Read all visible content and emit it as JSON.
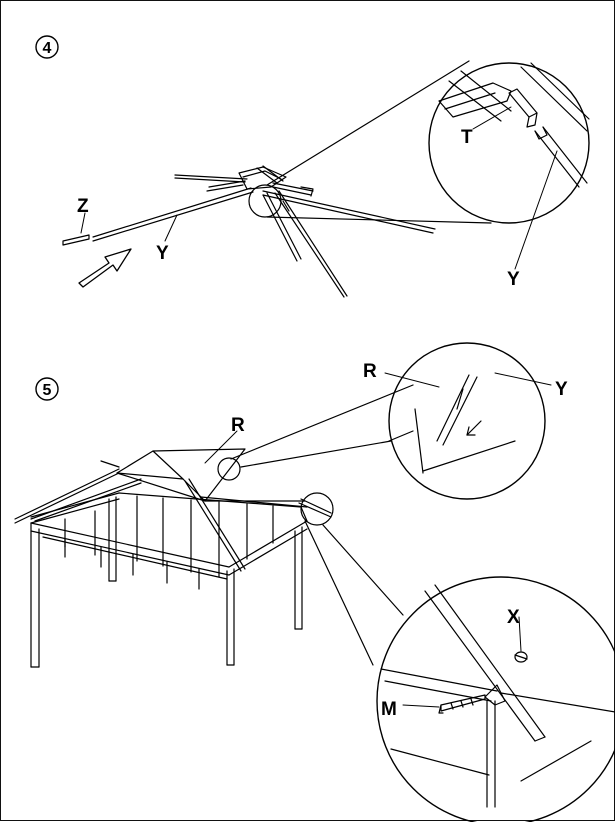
{
  "steps": [
    {
      "number": "4"
    },
    {
      "number": "5"
    }
  ],
  "step4": {
    "labels": {
      "z": "Z",
      "y_main": "Y",
      "t": "T",
      "y_detail": "Y"
    }
  },
  "step5": {
    "labels": {
      "r_main": "R",
      "r_detail": "R",
      "y_detail": "Y",
      "x": "X",
      "m": "M"
    }
  }
}
